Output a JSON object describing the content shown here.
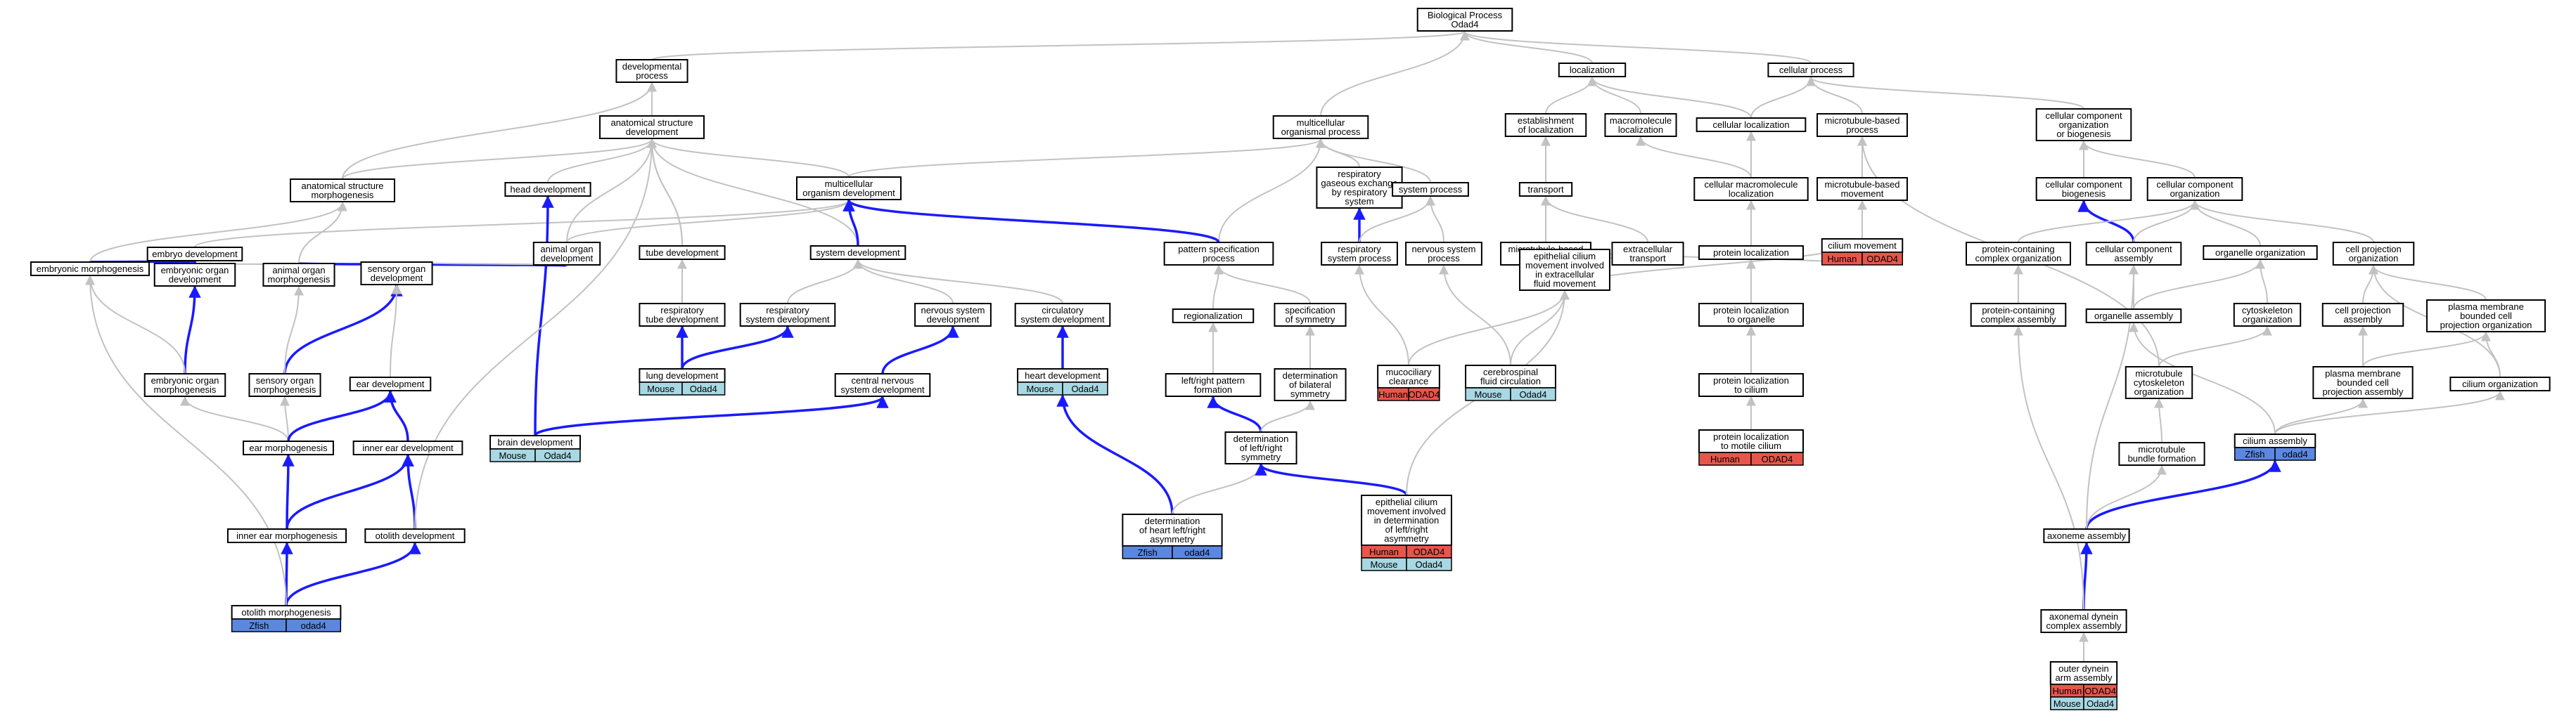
{
  "colors": {
    "human": "#e8564b",
    "mouse": "#a8d8e3",
    "zfish": "#5b87df",
    "edge_gray": "#c2c2c2",
    "edge_blue": "#1a1aff"
  },
  "nodes": {
    "bp": [
      "Biological Process",
      "Odad4"
    ],
    "dp": [
      "developmental",
      "process"
    ],
    "loc": [
      "localization"
    ],
    "cp": [
      "cellular process"
    ],
    "asd": [
      "anatomical structure",
      "development"
    ],
    "mop": [
      "multicellular",
      "organismal process"
    ],
    "eol": [
      "establishment",
      "of localization"
    ],
    "mml": [
      "macromolecule",
      "localization"
    ],
    "cl": [
      "cellular localization"
    ],
    "mtbp": [
      "microtubule-based",
      "process"
    ],
    "ccob": [
      "cellular component",
      "organization",
      "or biogenesis"
    ],
    "asm": [
      "anatomical structure",
      "morphogenesis"
    ],
    "hd": [
      "head development"
    ],
    "mod": [
      "multicellular",
      "organism development"
    ],
    "rge": [
      "respiratory",
      "gaseous exchange",
      "by respiratory",
      "system"
    ],
    "sp": [
      "system process"
    ],
    "tr": [
      "transport"
    ],
    "cml": [
      "cellular macromolecule",
      "localization"
    ],
    "mtbm": [
      "microtubule-based",
      "movement"
    ],
    "ccb": [
      "cellular component",
      "biogenesis"
    ],
    "cco": [
      "cellular component",
      "organization"
    ],
    "ed": [
      "embryo development"
    ],
    "aod": [
      "animal organ",
      "development"
    ],
    "td": [
      "tube development"
    ],
    "sd": [
      "system development"
    ],
    "pss": [
      "pattern specification",
      "process"
    ],
    "rsp": [
      "respiratory",
      "system process"
    ],
    "nsp": [
      "nervous system",
      "process"
    ],
    "mtbt": [
      "microtubule-based",
      "transport"
    ],
    "et": [
      "extracellular",
      "transport"
    ],
    "pl": [
      "protein localization"
    ],
    "cm": [
      "cilium movement"
    ],
    "pcco": [
      "protein-containing",
      "complex organization"
    ],
    "cca": [
      "cellular component",
      "assembly"
    ],
    "oo": [
      "organelle organization"
    ],
    "cpo": [
      "cell projection",
      "organization"
    ],
    "em": [
      "embryonic morphogenesis"
    ],
    "eom": [
      "embryonic organ",
      "development"
    ],
    "aom": [
      "animal organ",
      "morphogenesis"
    ],
    "sod": [
      "sensory organ",
      "development"
    ],
    "rtd": [
      "respiratory",
      "tube development"
    ],
    "rsd": [
      "respiratory",
      "system development"
    ],
    "nsd": [
      "nervous system",
      "development"
    ],
    "csd": [
      "circulatory",
      "system development"
    ],
    "reg": [
      "regionalization"
    ],
    "sos": [
      "specification",
      "of symmetry"
    ],
    "ecm": [
      "epithelial cilium",
      "movement involved",
      "in extracellular",
      "fluid movement"
    ],
    "plo": [
      "protein localization",
      "to organelle"
    ],
    "pcca": [
      "protein-containing",
      "complex assembly"
    ],
    "oa": [
      "organelle assembly"
    ],
    "co": [
      "cytoskeleton",
      "organization"
    ],
    "cpa": [
      "cell projection",
      "assembly"
    ],
    "pmb": [
      "plasma membrane",
      "bounded cell",
      "projection organization"
    ],
    "eomo": [
      "embryonic organ",
      "morphogenesis"
    ],
    "som": [
      "sensory organ",
      "morphogenesis"
    ],
    "edv": [
      "ear development"
    ],
    "ld": [
      "lung development"
    ],
    "cnsd": [
      "central nervous",
      "system development"
    ],
    "hdv": [
      "heart development"
    ],
    "lrpf": [
      "left/right pattern",
      "formation"
    ],
    "dbs": [
      "determination",
      "of bilateral",
      "symmetry"
    ],
    "mc": [
      "mucociliary",
      "clearance"
    ],
    "cfc": [
      "cerebrospinal",
      "fluid circulation"
    ],
    "plc": [
      "protein localization",
      "to cilium"
    ],
    "mco": [
      "microtubule",
      "cytoskeleton",
      "organization"
    ],
    "pmba": [
      "plasma membrane",
      "bounded cell",
      "projection assembly"
    ],
    "cio": [
      "cilium organization"
    ],
    "em2": [
      "ear morphogenesis"
    ],
    "ied": [
      "inner ear development"
    ],
    "bd": [
      "brain development"
    ],
    "dlr": [
      "determination",
      "of left/right",
      "symmetry"
    ],
    "plmc": [
      "protein localization",
      "to motile cilium"
    ],
    "mbf": [
      "microtubule",
      "bundle formation"
    ],
    "ca": [
      "cilium assembly"
    ],
    "iem": [
      "inner ear morphogenesis"
    ],
    "od": [
      "otolith development"
    ],
    "dha": [
      "determination",
      "of heart left/right",
      "asymmetry"
    ],
    "ecmd": [
      "epithelial cilium",
      "movement involved",
      "in determination",
      "of left/right",
      "asymmetry"
    ],
    "axa": [
      "axoneme assembly"
    ],
    "om": [
      "otolith morphogenesis"
    ],
    "adca": [
      "axonemal dynein",
      "complex assembly"
    ],
    "odaa": [
      "outer dynein",
      "arm assembly"
    ]
  },
  "annotations": {
    "rtd_lung": [
      [
        "Mouse",
        "Odad4"
      ]
    ],
    "hdv": [
      [
        "Mouse",
        "Odad4"
      ]
    ],
    "mc": [
      [
        "Human",
        "ODAD4"
      ]
    ],
    "cfc": [
      [
        "Mouse",
        "Odad4"
      ]
    ],
    "bd": [
      [
        "Mouse",
        "Odad4"
      ]
    ],
    "cm": [
      [
        "Human",
        "ODAD4"
      ]
    ],
    "plmc": [
      [
        "Human",
        "ODAD4"
      ]
    ],
    "ca": [
      [
        "Zfish",
        "odad4"
      ]
    ],
    "dha": [
      [
        "Zfish",
        "odad4"
      ]
    ],
    "ecmd": [
      [
        "Human",
        "ODAD4"
      ],
      [
        "Mouse",
        "Odad4"
      ]
    ],
    "om": [
      [
        "Zfish",
        "odad4"
      ]
    ],
    "odaa": [
      [
        "Human",
        "ODAD4"
      ],
      [
        "Mouse",
        "Odad4"
      ]
    ]
  }
}
